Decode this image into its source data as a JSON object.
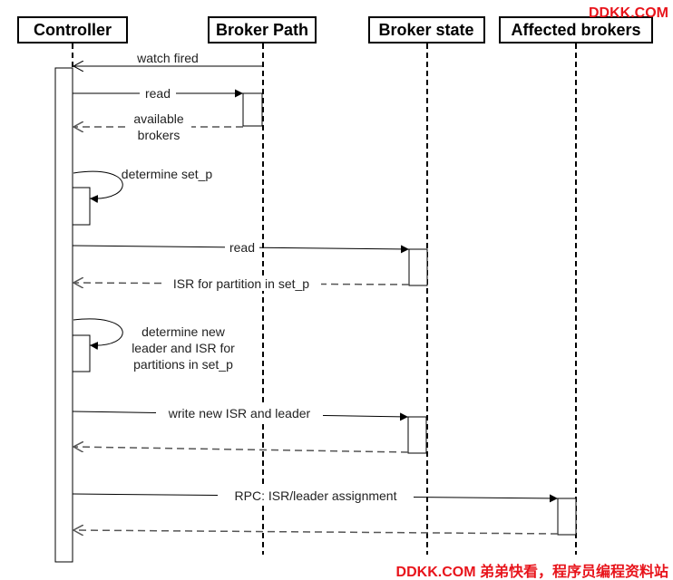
{
  "participants": {
    "controller": "Controller",
    "broker_path": "Broker Path",
    "broker_state": "Broker state",
    "affected_brokers": "Affected brokers"
  },
  "messages": {
    "watch_fired": "watch fired",
    "read_path": "read",
    "available_brokers_1": "available",
    "available_brokers_2": "brokers",
    "determine_set_p": "determine set_p",
    "read_state": "read",
    "isr_for_partition": "ISR for partition in set_p",
    "determine_new_1": "determine new",
    "determine_new_2": "leader and ISR for",
    "determine_new_3": "partitions in set_p",
    "write_new_isr": "write new ISR and leader",
    "rpc_assignment": "RPC:  ISR/leader assignment"
  },
  "watermark": {
    "top": "DDKK.COM",
    "bottom": "DDKK.COM 弟弟快看，程序员编程资料站",
    "color": "#e8141b"
  }
}
